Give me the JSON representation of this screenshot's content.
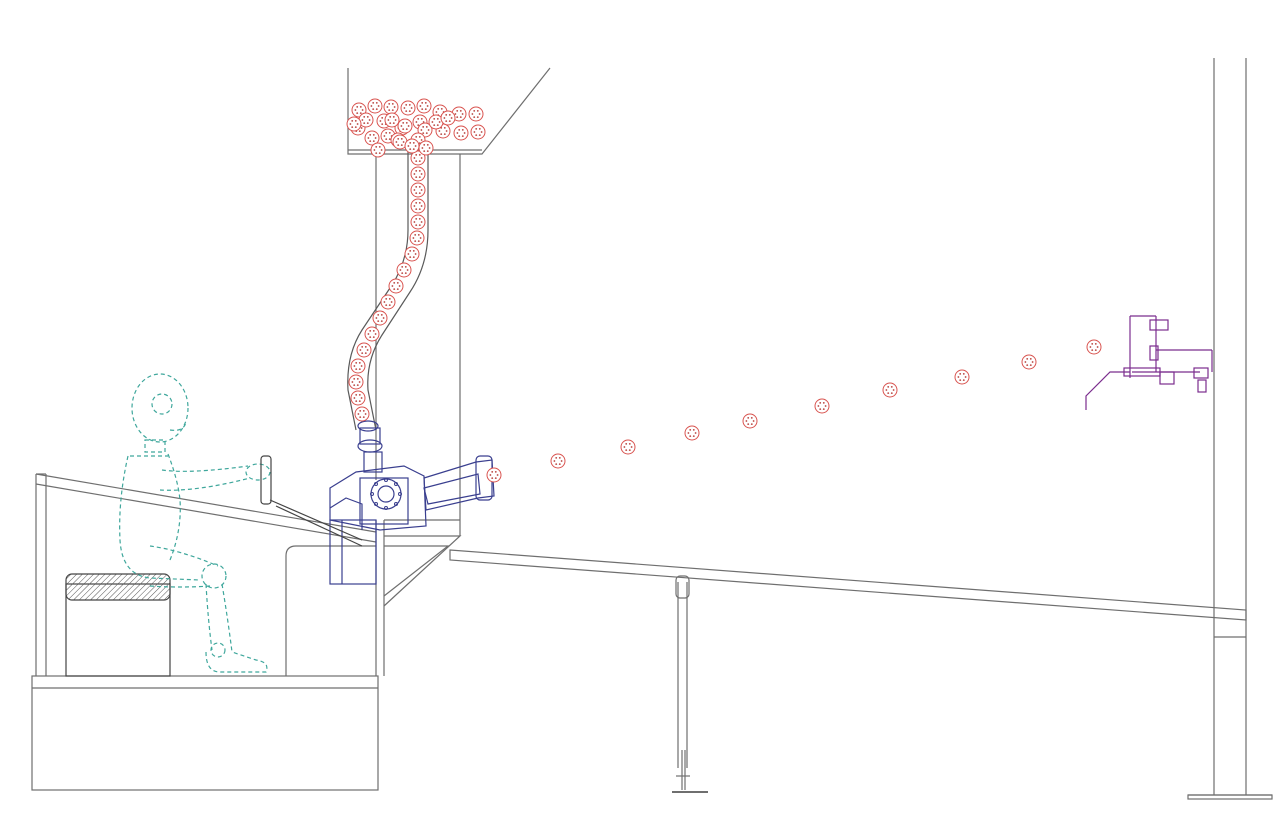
{
  "colors": {
    "background": "#ffffff",
    "structure": "#6f6f6f",
    "structure_dark": "#4a4a4a",
    "machine": "#3a3f8f",
    "operator": "#3fa79c",
    "ball": "#d9534f",
    "ball_dot": "#b8443f",
    "target": "#7b2d8e"
  },
  "icons": {
    "ball": "dotted-ball-icon",
    "operator": "seated-operator-figure",
    "launcher": "ball-launcher-machine",
    "target": "target-sensor-assembly",
    "hopper": "ball-hopper"
  },
  "diagram": {
    "hopper_ball_count": 26,
    "feed_tube_ball_count": 21,
    "flight_ball_count": 10
  }
}
